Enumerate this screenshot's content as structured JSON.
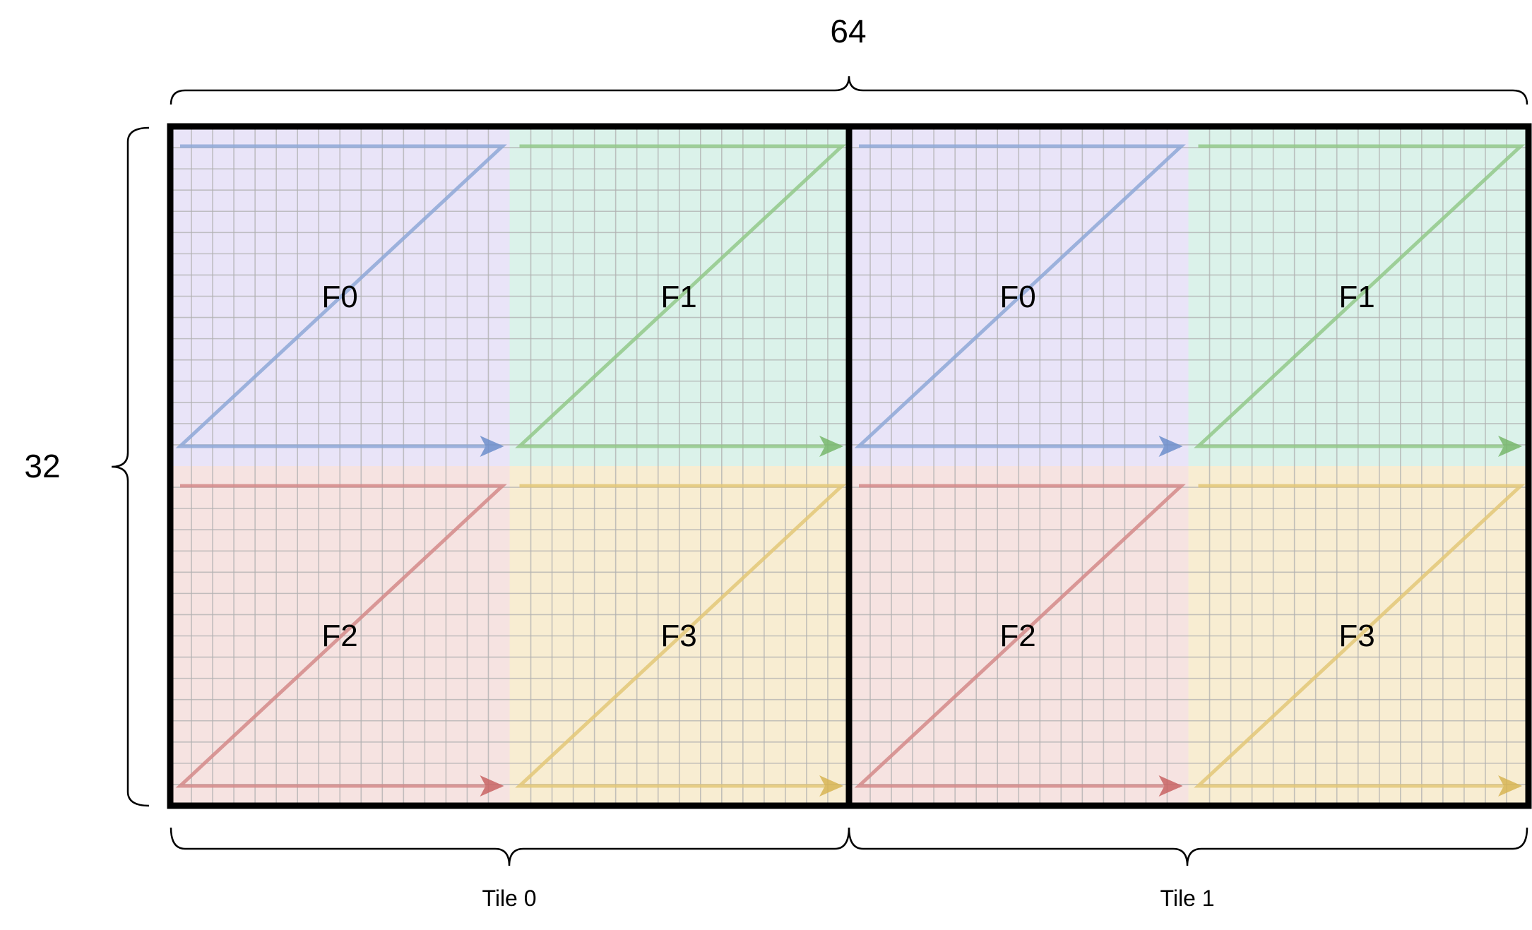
{
  "dimensions": {
    "width_label": "64",
    "height_label": "32"
  },
  "tiles": [
    {
      "label": "Tile 0",
      "quadrants": [
        {
          "label": "F0",
          "color": "blue"
        },
        {
          "label": "F1",
          "color": "green"
        },
        {
          "label": "F2",
          "color": "red"
        },
        {
          "label": "F3",
          "color": "yellow"
        }
      ]
    },
    {
      "label": "Tile 1",
      "quadrants": [
        {
          "label": "F0",
          "color": "blue"
        },
        {
          "label": "F1",
          "color": "green"
        },
        {
          "label": "F2",
          "color": "red"
        },
        {
          "label": "F3",
          "color": "yellow"
        }
      ]
    }
  ],
  "colors": {
    "blue": {
      "fill": "#e9e4f8",
      "line": "#8fa9d8",
      "arrow": "#6d8fcc"
    },
    "green": {
      "fill": "#dbf2ea",
      "line": "#93c98a",
      "arrow": "#78b86c"
    },
    "red": {
      "fill": "#f6e3e1",
      "line": "#d48a8a",
      "arrow": "#c96464"
    },
    "yellow": {
      "fill": "#f8edd2",
      "line": "#e3c878",
      "arrow": "#d8b554"
    },
    "grid": "#b0b0b0",
    "border": "#000000"
  }
}
